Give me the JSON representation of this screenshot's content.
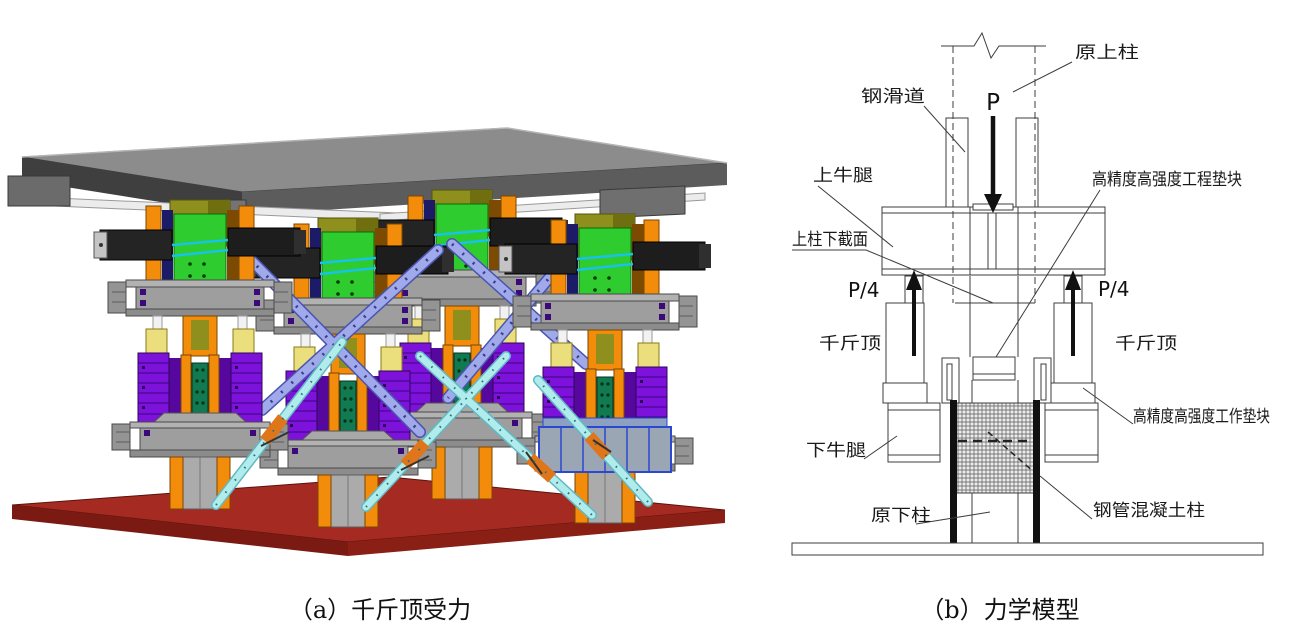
{
  "figure": {
    "panel_a": {
      "caption": "（a）千斤顶受力",
      "type": "3d-render-of-jacking-system",
      "colors": {
        "slab_top": "#8c8c8c",
        "slab_face": "#5c5c5c",
        "base_plate": "#a52a22",
        "base_plate_face": "#7a1a12",
        "column_orange": "#f28c0a",
        "column_olive": "#8f8f1e",
        "panel_green": "#2ecc2e",
        "accent_navy": "#1b1b68",
        "jack_purple": "#7d12db",
        "jack_purple_dark": "#56089e",
        "cylinder_yellow": "#ebdf7d",
        "corbel_gray": "#9e9e9e",
        "brace_periwinkle": "#a0a9ea",
        "brace_cyan": "#b0ecec",
        "brace_coupler_orange": "#e0761a",
        "tie_rod_cyan": "#18c2e8",
        "frame_blue": "#2a48d0",
        "teal_block": "#117a52"
      }
    },
    "panel_b": {
      "caption": "（b）力学模型",
      "labels": {
        "yuan_shang_zhu": "原上柱",
        "gang_hua_dao": "钢滑道",
        "shang_niu_tui": "上牛腿",
        "gongcheng_diankuai": "高精度高强度工程垫块",
        "shang_zhu_xia_jie_mian": "上柱下截面",
        "load_p": "P",
        "p4_left": "P/4",
        "p4_right": "P/4",
        "jack_left": "千斤顶",
        "jack_right": "千斤顶",
        "gongzuo_diankuai": "高精度高强度工作垫块",
        "xia_niu_tui": "下牛腿",
        "yuan_xia_zhu": "原下柱",
        "gangguan_hunningtu_zhu": "钢管混凝土柱"
      }
    }
  }
}
